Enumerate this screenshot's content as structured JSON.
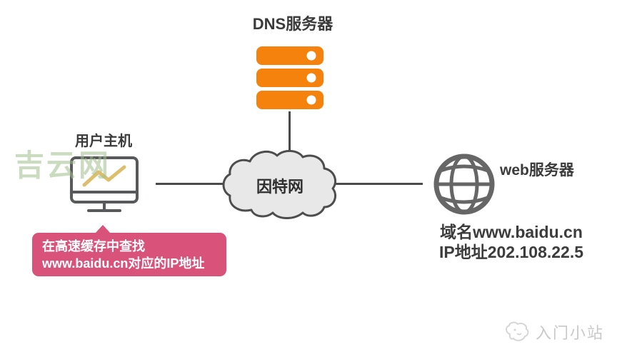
{
  "diagram": {
    "dns_server": {
      "label": "DNS服务器"
    },
    "user_host": {
      "label": "用户主机"
    },
    "internet": {
      "label": "因特网"
    },
    "web_server": {
      "label": "web服务器",
      "domain_line": "域名www.baidu.cn",
      "ip_line": "IP地址202.108.22.5"
    },
    "tooltip": {
      "line1": "在高速缓存中查找",
      "line2": "www.baidu.cn对应的IP地址"
    }
  },
  "watermarks": {
    "left": "吉云网",
    "bottom_right": "入门小站"
  },
  "colors": {
    "server_orange": "#f5820d",
    "bubble_pink": "#d8527a",
    "cloud_fill": "#e8e8e8",
    "line_gray": "#4a4a4a",
    "globe_gray": "#666666",
    "chart_yellow": "#ddbe6d"
  }
}
